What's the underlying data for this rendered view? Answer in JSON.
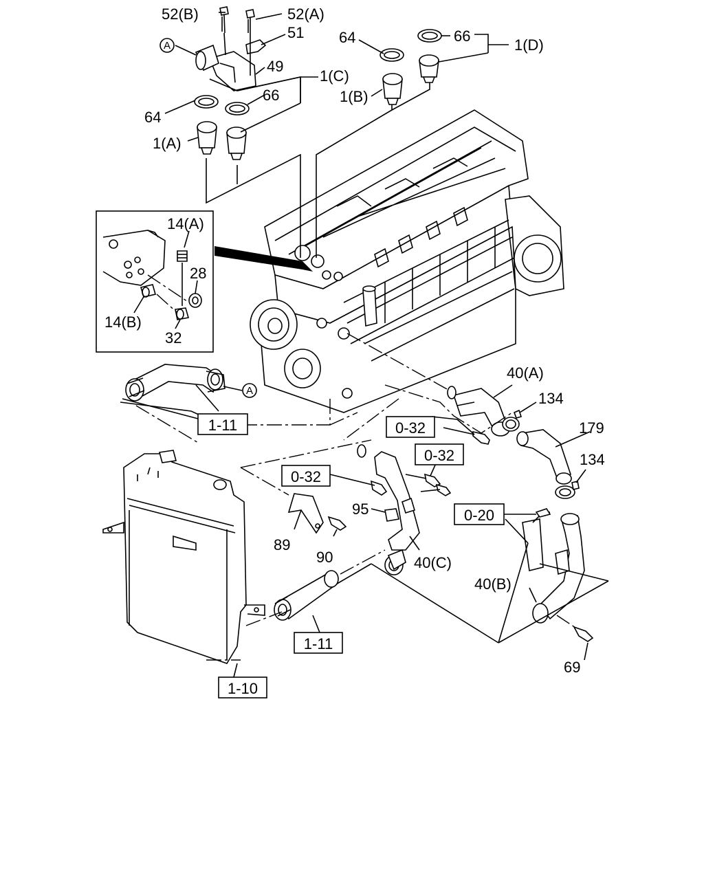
{
  "callouts": {
    "c52b": "52(B)",
    "c52a": "52(A)",
    "c51": "51",
    "c49": "49",
    "circleA_top": "A",
    "c64_top": "64",
    "c66_top": "66",
    "c1d": "1(D)",
    "c1b": "1(B)",
    "c1c": "1(C)",
    "c66_left": "66",
    "c64_left": "64",
    "c1a": "1(A)",
    "c14a": "14(A)",
    "c28": "28",
    "c14b": "14(B)",
    "c32": "32",
    "circleA_hose": "A",
    "c40a": "40(A)",
    "c134_top": "134",
    "c179": "179",
    "c134_bot": "134",
    "c95": "95",
    "c89": "89",
    "c90": "90",
    "c40c": "40(C)",
    "c40b": "40(B)",
    "c69": "69"
  },
  "ref_boxes": {
    "r111_top": "1-11",
    "r032_a": "0-32",
    "r032_b": "0-32",
    "r032_c": "0-32",
    "r020": "0-20",
    "r111_bot": "1-11",
    "r110": "1-10"
  }
}
